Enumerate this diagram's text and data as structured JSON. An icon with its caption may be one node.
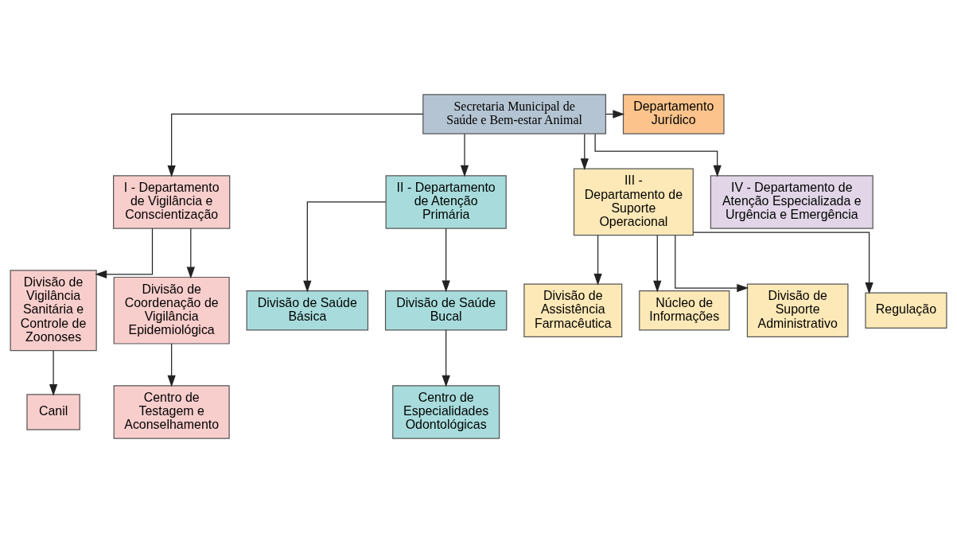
{
  "diagram": {
    "nodes": [
      {
        "text": [
          "Secretaria Municipal de Saúde e Bem-estar Animal"
        ]
      },
      {
        "text": [
          "Departamento Jurídico"
        ]
      },
      {
        "text": [
          "I - Departamento de Vigilância e Conscientização"
        ]
      },
      {
        "text": [
          "II - Departamento de Atenção Primária"
        ]
      },
      {
        "text": [
          "III - Departamento de Suporte Operacional"
        ]
      },
      {
        "text": [
          "IV - Departamento de Atenção Especializada e Urgência e Emergência"
        ]
      },
      {
        "text": [
          "Divisão de Vigilância Sanitária e Controle de Zoonoses"
        ]
      },
      {
        "text": [
          "Divisão de Coordenação de Vigilância Epidemiológica"
        ]
      },
      {
        "text": [
          "Divisão de Saúde Básica"
        ]
      },
      {
        "text": [
          "Divisão de Saúde Bucal"
        ]
      },
      {
        "text": [
          "Divisão de Assistência Farmacêutica"
        ]
      },
      {
        "text": [
          "Núcleo de Informações"
        ]
      },
      {
        "text": [
          "Divisão de Suporte Administrativo"
        ]
      },
      {
        "text": [
          "Regulação"
        ]
      },
      {
        "text": [
          "Canil"
        ]
      },
      {
        "text": [
          "Centro de Testagem e Aconselhamento"
        ]
      },
      {
        "text": [
          "Centro de Especialidades Odontológicas"
        ]
      }
    ],
    "edges": [
      {
        "from": 0,
        "to": 1,
        "arrow": "to"
      },
      {
        "from": 0,
        "to": 2,
        "arrow": "to"
      },
      {
        "from": 0,
        "to": 3,
        "arrow": "to"
      },
      {
        "from": 0,
        "to": 4,
        "arrow": "to"
      },
      {
        "from": 0,
        "to": 5,
        "arrow": "to"
      },
      {
        "from": 2,
        "to": 6,
        "arrow": "to"
      },
      {
        "from": 2,
        "to": 7,
        "arrow": "to"
      },
      {
        "from": 3,
        "to": 8,
        "arrow": "to"
      },
      {
        "from": 3,
        "to": 9,
        "arrow": "to"
      },
      {
        "from": 4,
        "to": 10,
        "arrow": "to"
      },
      {
        "from": 4,
        "to": 11,
        "arrow": "to"
      },
      {
        "from": 4,
        "to": 12,
        "arrow": "to"
      },
      {
        "from": 4,
        "to": 13,
        "arrow": "to"
      },
      {
        "from": 6,
        "to": 14,
        "arrow": "to"
      },
      {
        "from": 7,
        "to": 15,
        "arrow": "to"
      },
      {
        "from": 9,
        "to": 16,
        "arrow": "to"
      }
    ]
  }
}
